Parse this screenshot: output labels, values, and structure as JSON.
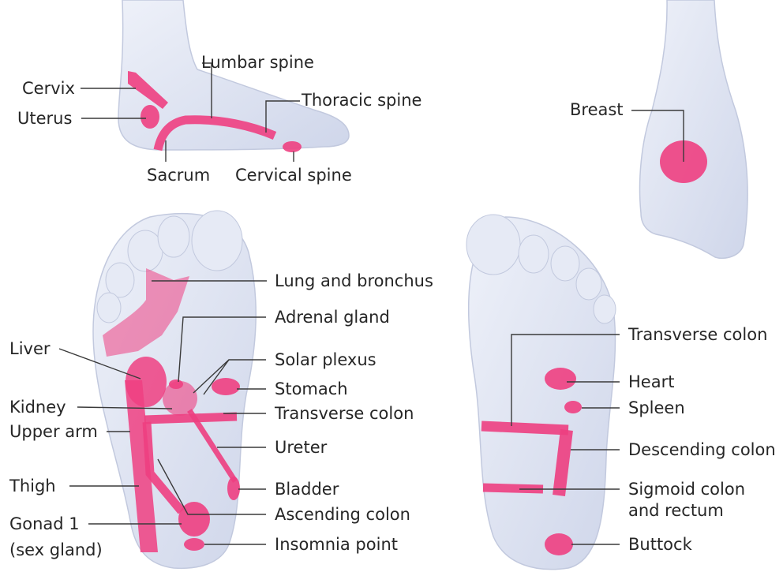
{
  "colors": {
    "skin": "#e1e6f3",
    "skin_edge": "#b9c1d9",
    "zone": "#ee3f81",
    "line": "#3a3a3a",
    "text": "#262626"
  },
  "side_view": {
    "cervix": "Cervix",
    "uterus": "Uterus",
    "lumbar_spine": "Lumbar spine",
    "thoracic_spine": "Thoracic spine",
    "sacrum": "Sacrum",
    "cervical_spine": "Cervical spine"
  },
  "top_view": {
    "breast": "Breast"
  },
  "left_sole": {
    "lung_bronchus": "Lung and bronchus",
    "adrenal_gland": "Adrenal gland",
    "liver": "Liver",
    "solar_plexus": "Solar plexus",
    "stomach": "Stomach",
    "kidney": "Kidney",
    "transverse_colon": "Transverse colon",
    "upper_arm": "Upper arm",
    "ureter": "Ureter",
    "thigh": "Thigh",
    "bladder": "Bladder",
    "gonad": "Gonad 1",
    "sex_gland": "(sex gland)",
    "ascending_colon": "Ascending colon",
    "insomnia_point": "Insomnia point"
  },
  "right_sole": {
    "transverse_colon": "Transverse colon",
    "heart": "Heart",
    "spleen": "Spleen",
    "descending_colon": "Descending colon",
    "sigmoid_colon": "Sigmoid colon",
    "and_rectum": "and rectum",
    "buttock": "Buttock"
  }
}
